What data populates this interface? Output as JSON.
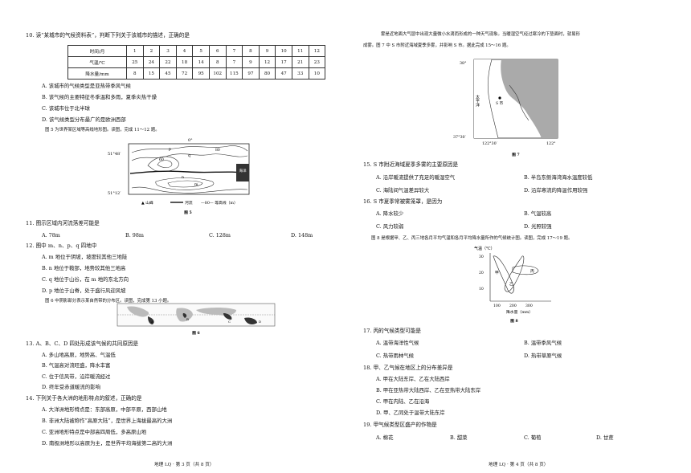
{
  "left": {
    "q10": {
      "stem": "10. 读“某城市的气候资料表”，判断下列关于该城市的描述，正确的是",
      "table": {
        "headers": [
          "时间/月",
          "1",
          "2",
          "3",
          "4",
          "5",
          "6",
          "7",
          "8",
          "9",
          "10",
          "11",
          "12"
        ],
        "rows": [
          [
            "气温/℃",
            "25",
            "24",
            "22",
            "18",
            "14",
            "8",
            "7",
            "9",
            "12",
            "17",
            "21",
            "23"
          ],
          [
            "降水量/mm",
            "8",
            "15",
            "45",
            "72",
            "95",
            "102",
            "115",
            "97",
            "80",
            "47",
            "33",
            "10"
          ]
        ]
      },
      "options": [
        "A. 该城市的气候类型是亚热带季风气候",
        "B. 该气候的主要特征冬季温和多雨，夏季炎热干燥",
        "C. 该城市位于北半球",
        "D. 该气候类型分布最广的是欧洲西部"
      ]
    },
    "intro_fig5": "图 5 为世界某区域等高线地形图。读图，完成 11～12 题。",
    "fig5": {
      "lon": "0°",
      "lat_top": "51°48′",
      "lat_bottom": "51°12′",
      "label_80": "80",
      "label_60": "60",
      "label_sea": "海洋",
      "pts": [
        "p",
        "q",
        "m",
        "n"
      ],
      "legend": [
        "▲ 山峰",
        "河流",
        "—80— 等高线（m）"
      ],
      "caption": "图 5"
    },
    "q11": {
      "stem": "11. 图示区域内河流落差可能是",
      "options": [
        "A. 78m",
        "B. 98m",
        "C. 128m",
        "D. 148m"
      ]
    },
    "q12": {
      "stem": "12. 图中 m、n、p、q 四地中",
      "options": [
        "A. m 地位于阴坡，坡度较其他三地陡",
        "B. n 地位于鞍部，地势较其他三地高",
        "C. q 地位于山谷，在 m 地的东北方向",
        "D. p 地位于山脊，处于盛行风迎风坡"
      ]
    },
    "intro_fig6": "图 6 中阴影部分表示某自然带的分布区。读图，完成第 13 小题。",
    "fig6_caption": "图 6",
    "fig6_labels": [
      "A",
      "B",
      "C",
      "D"
    ],
    "q13": {
      "stem": "13. A、B、C、D 四处形成该气候的共同原因是",
      "options": [
        "A. 多山地高原，地势高、气温低",
        "B. 气温高对流旺盛，降水丰富",
        "C. 位于信风带，沿岸暖流经过",
        "D. 终年受赤道暖流的影响"
      ]
    },
    "q14": {
      "stem": "14. 下列关于各大洲的地形特点的叙述，正确的是",
      "options": [
        "A. 大洋洲地形特点是：东部高原，中部平原，西部山地",
        "B. 非洲大陆被称作“高原大陆”，是世界上海拔最高的大洲",
        "C. 亚洲地形特点是中部高四周低，多高原山地",
        "D. 南极洲地形以高原为主，是世界平均海拔第二高的大洲"
      ]
    },
    "footer": "地理 LQ · 第 3 页（共 8 页）"
  },
  "right": {
    "intro_fig7_1": "雾是近地面大气层中出现大量微小水滴而形成的一种天气现象。当暖湿空气经过寒冷的下垫面时，就易形",
    "intro_fig7_2": "成雾。图 7 中 S 市附近海域夏季多雾，并影响 S 市。据此完成 15～16 题。",
    "fig7": {
      "lat_top": "38°",
      "lat_bottom": "37°30′",
      "lon_left": "122°30′",
      "lon_right": "122°",
      "label_ocean": "太平洋",
      "label_city": "S 市",
      "caption": "图 7"
    },
    "q15": {
      "stem": "15. S 市附近海域夏季多雾的主要原因是",
      "options": [
        "A. 沿岸暖流提供了充足的暖湿空气",
        "B. 半岛东侧海湾海水温度较低",
        "C. 海陆间气温差异较大",
        "D. 沿岸寒流的降温作用较强"
      ]
    },
    "q16": {
      "stem": "16. S 市夏季常被雾笼罩，是因为",
      "options": [
        "A. 降水较少",
        "B. 气温较高",
        "C. 风力较弱",
        "D. 光照较强"
      ]
    },
    "intro_fig8": "图 8 是根据甲、乙、丙三地各月平均气温和各月平均降水量所作的气候统计图。读图，完成 17～19 题。",
    "fig8": {
      "ylabel": "气温（℃）",
      "xlabel": "降水量（mm）",
      "yticks": [
        "30",
        "20",
        "10"
      ],
      "xticks": [
        "100",
        "200",
        "300"
      ],
      "series": [
        "甲",
        "乙",
        "丙"
      ],
      "caption": "图 8"
    },
    "q17": {
      "stem": "17. 丙的气候类型可能是",
      "options": [
        "A. 温带海洋性气候",
        "B. 温带季风气候",
        "C. 热带雨林气候",
        "D. 热带草原气候"
      ]
    },
    "q18": {
      "stem": "18. 甲、乙气候在地区上的分布差异是",
      "options": [
        "A. 甲在大陆东岸、乙在大陆西岸",
        "B. 甲在亚热带大陆西岸、乙在亚热带大陆东岸",
        "C. 甲在内陆、乙在沿海",
        "D. 甲、乙同处于温带大陆东岸"
      ]
    },
    "q19": {
      "stem": "19. 甲气候类型区盛产的作物是",
      "options": [
        "A. 棉花",
        "B. 甜菜",
        "C. 葡萄",
        "D. 甘蔗"
      ]
    },
    "footer": "地理 LQ · 第 4 页（共 8 页）"
  }
}
